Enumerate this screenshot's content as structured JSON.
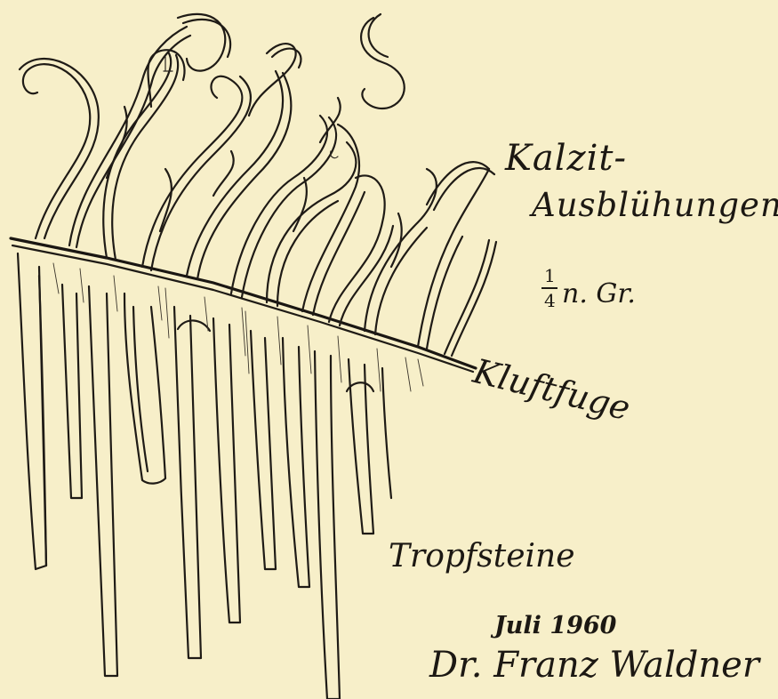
{
  "labels": {
    "kalzit_line1": "Kalzit-",
    "kalzit_line2": "Ausblühungen",
    "scale_numerator": "1",
    "scale_denominator": "4",
    "scale_suffix": "n. Gr.",
    "kluftfuge": "Kluftfuge",
    "tropfsteine": "Tropfsteine",
    "date": "Juli 1960",
    "author": "Dr. Franz Waldner"
  },
  "colors": {
    "paper": "#f7efc9",
    "ink": "#1f1b16"
  }
}
